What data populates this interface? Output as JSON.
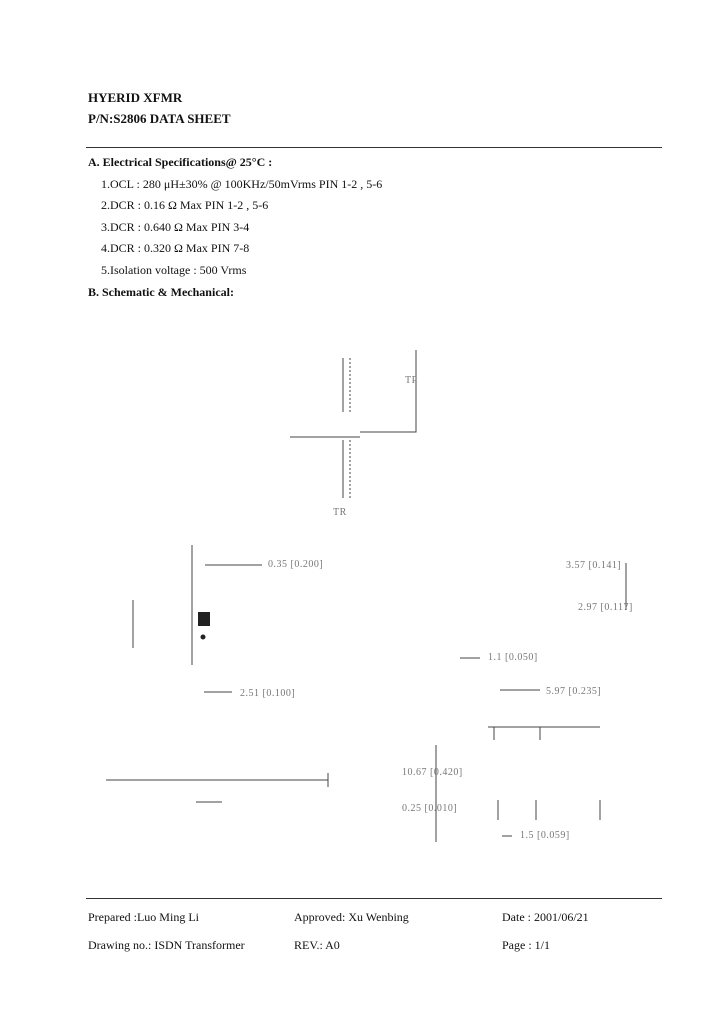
{
  "header": {
    "line1": "HYERID XFMR",
    "line2": "P/N:S2806 DATA SHEET"
  },
  "section_a": {
    "title": "A. Electrical Specifications@ 25°C :",
    "items": [
      "1.OCL : 280 μH±30% @ 100KHz/50mVrms PIN 1-2 , 5-6",
      "2.DCR : 0.16 Ω Max PIN 1-2 , 5-6",
      "3.DCR : 0.640 Ω Max PIN 3-4",
      "4.DCR : 0.320 Ω Max PIN 7-8",
      "5.Isolation voltage : 500 Vrms"
    ]
  },
  "section_b": {
    "title": "B. Schematic & Mechanical:"
  },
  "drawing_labels": {
    "tp": "TP",
    "tr": "TR",
    "dim_1": "0.35 [0.200]",
    "dim_2": "2.51 [0.100]",
    "dim_3": "1.1 [0.050]",
    "dim_4": "2.97 [0.117]",
    "dim_5": "3.57 [0.141]",
    "dim_6": "10.67 [0.420]",
    "dim_7": "5.97 [0.235]",
    "dim_8": "1.5 [0.059]",
    "dim_9": "0.25 [0.010]"
  },
  "footer": {
    "prepared": "Prepared :Luo Ming Li",
    "approved": "Approved: Xu Wenbing",
    "date": "Date : 2001/06/21",
    "drawing_no": "Drawing no.: ISDN Transformer",
    "rev": "REV.: A0",
    "page": "Page : 1/1"
  }
}
